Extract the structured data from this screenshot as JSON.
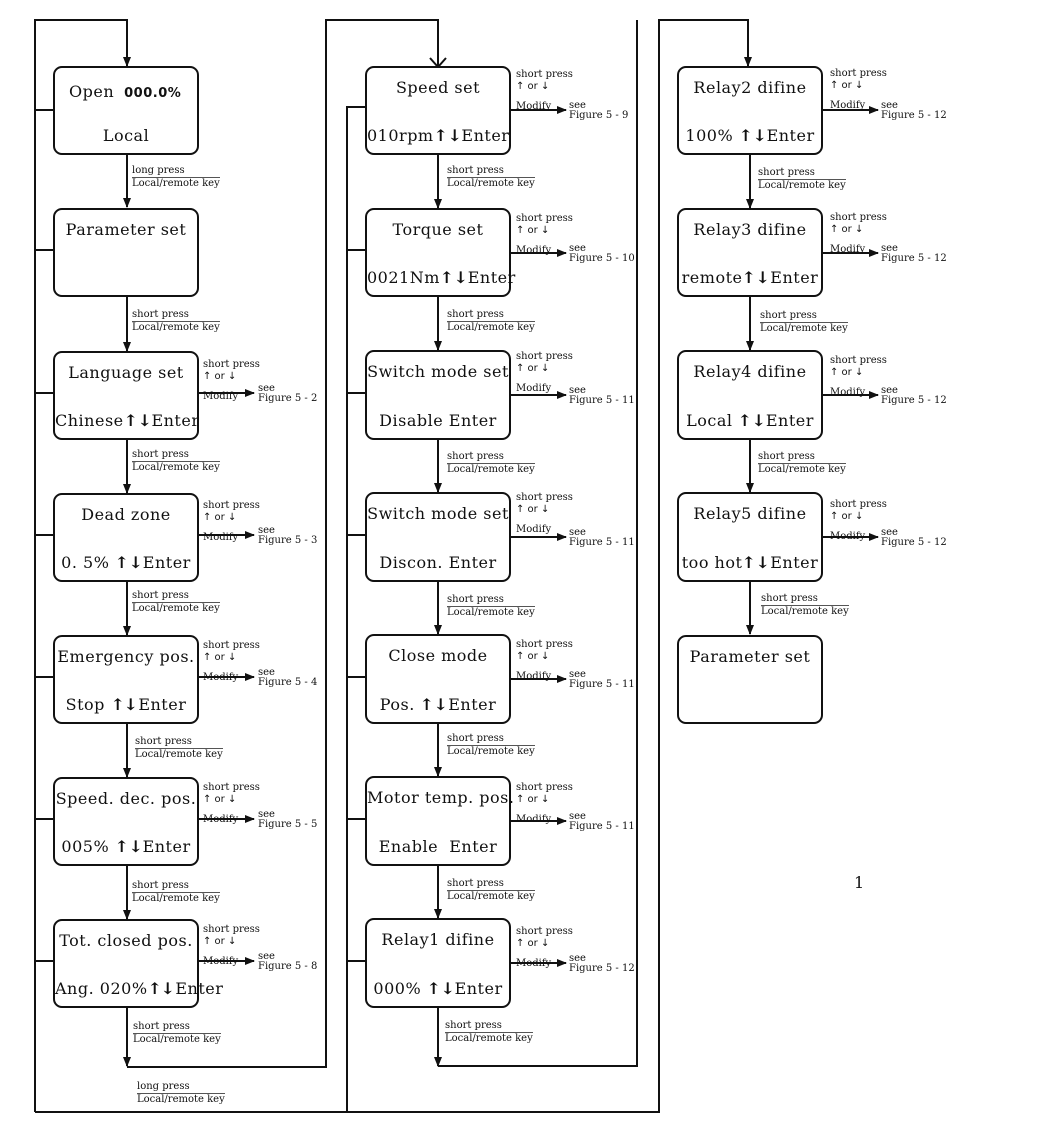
{
  "boxes": {
    "open": {
      "title": "Open",
      "value": "000.0%",
      "status": "Local"
    },
    "parameter_set": {
      "title": "Parameter set"
    },
    "language_set": {
      "title": "Language set",
      "value": "Chinese"
    },
    "dead_zone": {
      "title": "Dead zone",
      "value": "0. 5%"
    },
    "emergency_pos": {
      "title": "Emergency pos.",
      "value": "Stop"
    },
    "speed_dec_pos": {
      "title": "Speed. dec. pos.",
      "value": "005%"
    },
    "tot_closed_pos": {
      "title": "Tot. closed pos.",
      "value": "Ang. 020%"
    },
    "speed_set": {
      "title": "Speed set",
      "value": "010rpm"
    },
    "torque_set": {
      "title": "Torque set",
      "value": "0021Nm"
    },
    "switch_mode_set_1": {
      "title": "Switch mode set",
      "value": "Disable"
    },
    "switch_mode_set_2": {
      "title": "Switch mode set",
      "value": "Discon."
    },
    "close_mode": {
      "title": "Close mode",
      "value": "Pos."
    },
    "motor_temp_pos": {
      "title": "Motor temp. pos.",
      "value": "Enable"
    },
    "relay1": {
      "title": "Relay1  difine",
      "value": "000%"
    },
    "relay2": {
      "title": "Relay2  difine",
      "value": "100%"
    },
    "relay3": {
      "title": "Relay3  difine",
      "value": "remote"
    },
    "relay4": {
      "title": "Relay4  difine",
      "value": "Local"
    },
    "relay5": {
      "title": "Relay5  difine",
      "value": "too hot"
    },
    "parameter_set_end": {
      "title": "Parameter set"
    }
  },
  "enter": "Enter",
  "arrow_up": "↑",
  "arrow_down": "↓",
  "up_or_down": "↑ or ↓",
  "short_press": "short press",
  "long_press": "long press",
  "local_remote_key": "Local/remote key",
  "modify": "Modify",
  "see": "see",
  "figures": {
    "language": "Figure 5 - 2",
    "dead_zone": "Figure 5 - 3",
    "emergency": "Figure 5 - 4",
    "speed_dec": "Figure 5 - 5",
    "tot_closed": "Figure 5 - 8",
    "speed_set": "Figure 5 - 9",
    "torque_set": "Figure 5 - 10",
    "switch_mode_1": "Figure 5 - 11",
    "switch_mode_2": "Figure 5 - 11",
    "close_mode": "Figure 5 - 11",
    "motor_temp": "Figure 5 - 11",
    "relay1": "Figure 5 - 12",
    "relay2": "Figure 5 - 12",
    "relay3": "Figure 5 - 12",
    "relay4": "Figure 5 - 12",
    "relay5": "Figure 5 - 12"
  },
  "page_number": "1"
}
